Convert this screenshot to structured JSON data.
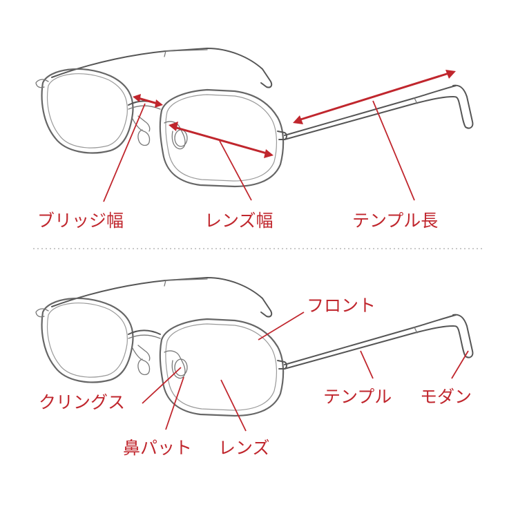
{
  "colors": {
    "accent": "#c0262d",
    "line": "#555555",
    "divider": "#b5b5b5",
    "background": "#ffffff"
  },
  "top": {
    "labels": {
      "bridge_width": "ブリッジ幅",
      "lens_width": "レンズ幅",
      "temple_length": "テンプル長"
    }
  },
  "bottom": {
    "labels": {
      "front": "フロント",
      "temple": "テンプル",
      "modern": "モダン",
      "clings": "クリングス",
      "nose_pad": "鼻パット",
      "lens": "レンズ"
    }
  }
}
